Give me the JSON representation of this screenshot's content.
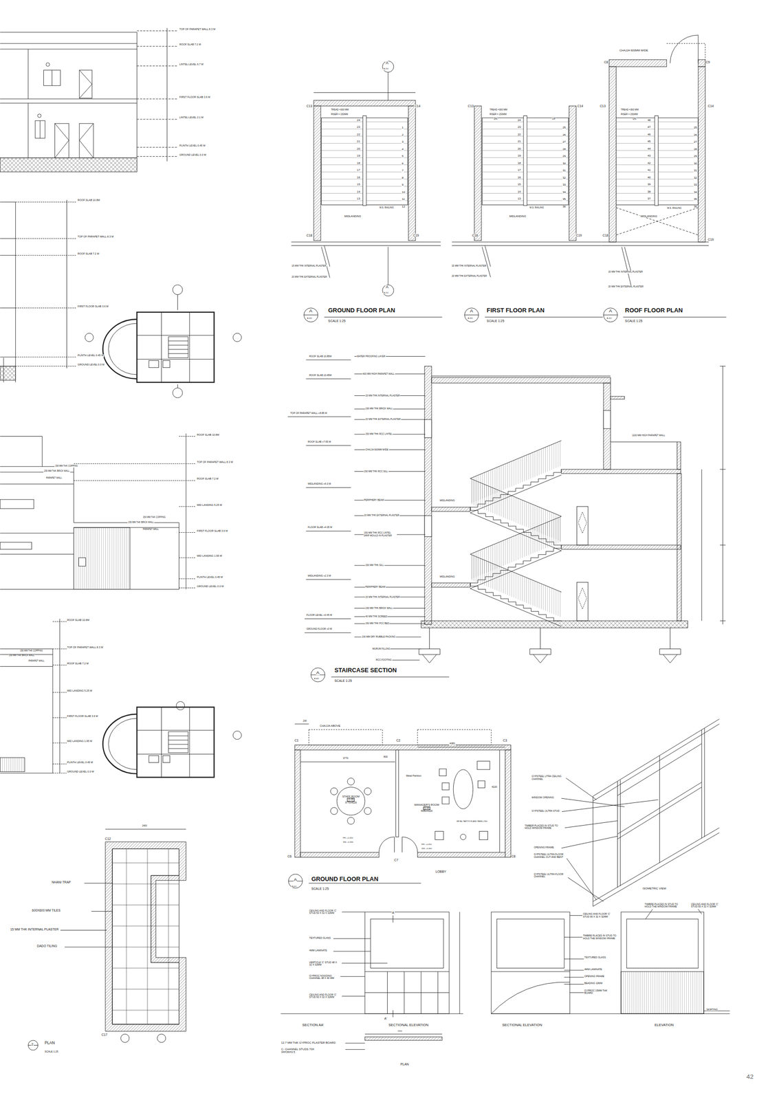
{
  "diagram": {
    "nodes": [
      {
        "text": [
          "STAFF ROOM",
          "G-05",
          "3770x4220"
        ]
      },
      {
        "text": [
          "MANAGER'S ROOM",
          "G-04",
          "4080x4220"
        ]
      }
    ],
    "labels": [
      "TOP OF PARAPET WALL 8.3 M",
      "ROOF SLAB 7.2 M",
      "LINTEL LEVEL 6.7 M",
      "FIRST FLOOR SLAB 3.6 M",
      "LINTEL LEVEL 2.1 M",
      "PLINTH LEVEL 0.45 M",
      "GROUND LEVEL 0.0 M",
      "ROOF SLAB 10.8M",
      "TOP OF PARAPET WALL 8.3 M",
      "ROOF SLAB 7.2 M",
      "FIRST FLOOR SLAB 3.6 M",
      "PLINTH LEVEL 0.45 M",
      "GROUND LEVEL 0.0 M",
      "ROOF SLAB 10.8M",
      "TOP OF PARAPET WALL 8.3 M",
      "ROOF SLAB 7.2 M",
      "MID LANDING 5.25 M",
      "FIRST FLOOR SLAB 3.6 M",
      "MID LANDING 1.95 M",
      "PLINTH LEVEL 0.45 M",
      "GROUND LEVEL 0.0 M",
      "150 MM THK COPPING",
      "230 MM THK BRICK WALL",
      "PARAPET WALL",
      "150 MM THK COPPING",
      "230 MM THK BRICK WALL",
      "PARAPET WALL",
      "ROOF SLAB 10.8M",
      "TOP OF PARAPET WALL 8.3 M",
      "150 MM THK COPPING",
      "230 MM THK BRICK WALL",
      "PARAPET WALL",
      "ROOF SLAB 7.2 M",
      "MID LANDING 5.25 M",
      "FIRST FLOOR SLAB 3.6 M",
      "MID LANDING 1.95 M",
      "PLINTH LEVEL 0.45 M",
      "GROUND LEVEL 0.0 M",
      "C13",
      "C14",
      "TREAD =300  MM",
      "RISER  = 150MM",
      "24",
      "23",
      "22",
      "21",
      "20",
      "19",
      "18",
      "17",
      "16",
      "15",
      "14",
      "13",
      "1",
      "2",
      "3",
      "4",
      "5",
      "6",
      "7",
      "8",
      "9",
      "10",
      "11",
      "12",
      "M.S. RAILING",
      "MIDLANDING",
      "C18",
      "C19",
      "15 MM THK INTERNAL PLASTER",
      "20 MM THK EXTERNAL PLASTER",
      "GROUND FLOOR PLAN",
      "SCALE 1:25",
      "A",
      "A-401",
      "A",
      "A-201",
      "A",
      "A-201",
      "C13",
      "C14",
      "TREAD =300  MM",
      "RISER  = 150MM",
      "DN",
      "UP",
      "24",
      "23",
      "22",
      "21",
      "20",
      "19",
      "18",
      "17",
      "16",
      "15",
      "14",
      "13",
      "25",
      "26",
      "27",
      "28",
      "29",
      "30",
      "31",
      "32",
      "33",
      "34",
      "35",
      "36",
      "M.S. RAILING",
      "MIDLANDING",
      "C18",
      "C19",
      "15 MM THK INTERNAL PLASTER",
      "20 MM THK EXTERNAL PLASTER",
      "FIRST FLOOR PLAN",
      "SCALE 1:25",
      "A",
      "A-401",
      "CHAJJA 600MM WIDE",
      "C8",
      "C9",
      "C13",
      "C14",
      "TREAD =300  MM",
      "RISER  = 150MM",
      "DN",
      "48",
      "47",
      "46",
      "45",
      "44",
      "43",
      "42",
      "41",
      "40",
      "39",
      "38",
      "37",
      "25",
      "26",
      "27",
      "28",
      "29",
      "30",
      "31",
      "32",
      "33",
      "34",
      "35",
      "36",
      "M.S. RAILING",
      "MIDLANDING",
      "C18",
      "C19",
      "15 MM THK INTERNAL PLASTER",
      "20 MM THK EXTERNAL PLASTER",
      "ROOF FLOOR PLAN",
      "SCALE 1:25",
      "A",
      "A-401",
      "ROOF SLAB 10.85M",
      "WATER PROOFING LAYER",
      "ROOF SLAB 10.45M",
      "400 MM HIGH PARAPET WALL",
      "15 MM THK INTERNAL PLASTER",
      "230 MM THK BRICK WALL",
      "TOP OF PARAPET WALL +8.85 M",
      "20 MM THK EXTERNAL PLASTER",
      "150 MM THK RCC LINTEL",
      "ROOF SLAB +7.65 M",
      "CHAJJA 600MM WIDE",
      "150 MM THK RCC SILL",
      "MIDLANDING +6.0 M",
      "MIDLANDING",
      "PERIPHERY BEAM",
      "20 MM THK EXTERNAL PLASTER",
      "FLOOR SLAB +4.05 M",
      "150 MM THK RCC LINTEL DRIP MOULD IN PLASTER",
      "150 MM THK SILL",
      "MIDLANDING",
      "MIDLANDING +2.3 M",
      "PERIPHERY BEAM",
      "15 MM THK INTERNAL PLASTER",
      "230 MM THK BRICK WALL",
      "FLOOR LEVEL +0.45 M",
      "40 MM THK SCREED",
      "150 MM THK PCC BED",
      "GROUND FLOOR +0 M",
      "230 MM DRY RUBBLE PACKING",
      "MURUM FILLING",
      "RCC FOOTING",
      "1100 MM HIGH PARAPET WALL",
      "A",
      "A-402",
      "STAIRCASE SECTION",
      "SCALE 1:25",
      "230",
      "CHAJJA ABOVE",
      "C1",
      "C2",
      "C3",
      "3770",
      "800",
      "4080",
      "Metal Partition",
      "4220",
      "FFL +0.450",
      "SSL +0.400",
      "FFL +0.450",
      "SSL +0.400",
      "METAL PARTITION AND PANELLING",
      "C6",
      "C7",
      "C8",
      "LOBBY",
      "A",
      "A-601",
      "GROUND FLOOR PLAN",
      "SCALE 1:25",
      "GYPSTEEL UTRA CEILING CHANNEL",
      "WINDOW OPENING",
      "GYPSTEEL ULTRA STUD",
      "TIMBER PLACED IN STUD TO HOLD WINDOW FRAME",
      "OPENING FRAME",
      "GYPSTEEL ULTRA FLOOR CHANNEL CUT AND BENT",
      "GYPSTEEL ULTRA FLOOR CHANNEL",
      "ISOMETRIC VIEW",
      "TIMBRE PLACED IN STUD TO HOLD THE WINDOW FRAME",
      "CEILING AND FLOOR 'C' STUD 50 X 32 X 32MM",
      "CEILING AND FLOOR 'C' STUD 50 X 32 X 32MM",
      "A",
      "TEXTURED GLASS",
      "4MM LAMINATE",
      "VERTICLE 'C' STUD 48 X 32 X 32MM",
      "GYPROC NOGGING CHANNEL 48 X 40 MM",
      "CEILING AND FLOOR 'C' STUD 50 X 32 X 32MM",
      "A'",
      "SECTION AA'",
      "SECTIONAL ELEVATION",
      "CEILING AND FLOOR 'C' STUD 50 X 32 X 32MM",
      "TIMBRE PLACED IN STUD TO HOLD THE WINDOW FRAME",
      "TEXTURED GLASS",
      "4MM LAMINATE",
      "OPENING FRAME",
      "BEADING 10MM",
      "GYPROC 15MM THK BOARD",
      "SKIRTING",
      "SECTIONAL ELEVATION",
      "ELEVATION",
      "2400",
      "12.7 MM THK GYPROC PLASTER BOARD",
      "C- CHANNEL STUDS 70X 34X36X0.5",
      "PLAN",
      "2400",
      "C12",
      "NHANI TRAP",
      "600X600 MM TILES",
      "15 MM THK INTERNAL PLASTER",
      "DADO TILING",
      "C17",
      "2",
      "PLAN",
      "SCALE 1:25",
      "42"
    ]
  }
}
